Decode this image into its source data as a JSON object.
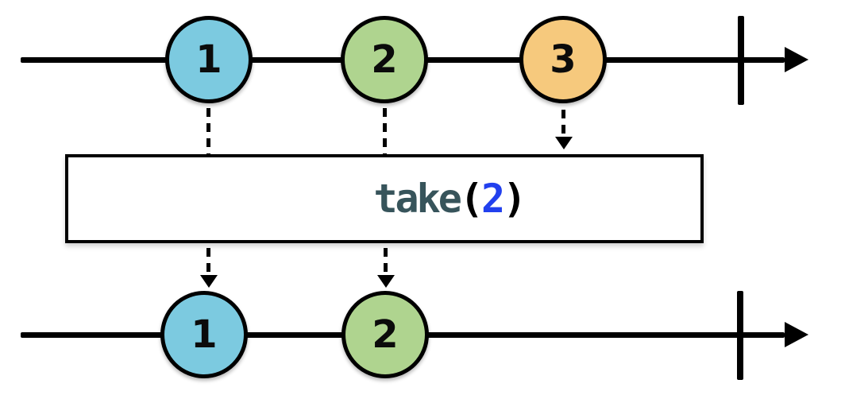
{
  "diagram": {
    "type": "marble-diagram",
    "operator": {
      "name": "take",
      "open_paren": "(",
      "argument": "2",
      "close_paren": ")",
      "full_label": "take(2)"
    },
    "input_stream": {
      "events": [
        {
          "value": "1",
          "color": "#7CCAE0"
        },
        {
          "value": "2",
          "color": "#AFD48F"
        },
        {
          "value": "3",
          "color": "#F6C97D"
        }
      ],
      "completed": true
    },
    "output_stream": {
      "events": [
        {
          "value": "1",
          "color": "#7CCAE0"
        },
        {
          "value": "2",
          "color": "#AFD48F"
        }
      ],
      "completed": true
    },
    "colors": {
      "line": "#000000",
      "operator_name": "#37545B",
      "operator_argument": "#2240EE",
      "operator_paren": "#000000",
      "box_border": "#000000",
      "background": "#FFFFFF"
    }
  }
}
